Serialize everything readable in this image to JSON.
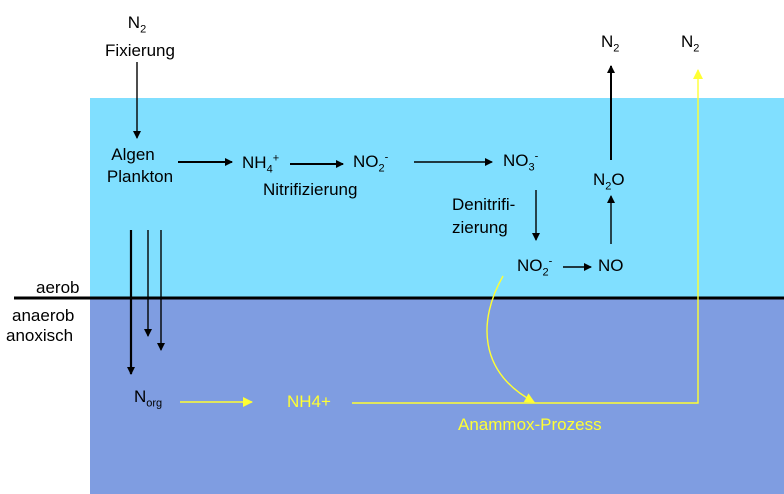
{
  "zones": {
    "aerob": "aerob",
    "anaerob": "anaerob",
    "anoxisch": "anoxisch"
  },
  "colors": {
    "aerobic_water": "#80dfff",
    "anoxic_water": "#7f9de1",
    "anammox_path": "#ffff33",
    "interface_line": "#000000"
  },
  "labels": {
    "n2_fix_base": "N",
    "n2_fix_sub": "2",
    "fixierung": "Fixierung",
    "algen": "Algen",
    "plankton": "Plankton",
    "nh4_base": "NH",
    "nh4_sub": "4",
    "nh4_sup": "+",
    "nitrifizierung": "Nitrifizierung",
    "no2a_base": "NO",
    "no2a_sub": "2",
    "no2a_sup": "-",
    "no3_base": "NO",
    "no3_sub": "3",
    "no3_sup": "-",
    "denitri_1": "Denitrifi-",
    "denitri_2": "zierung",
    "no2b_base": "NO",
    "no2b_sub": "2",
    "no2b_sup": "-",
    "no": "NO",
    "n2o_base": "N",
    "n2o_sub": "2",
    "n2o_end": "O",
    "n2_top_base": "N",
    "n2_top_sub": "2",
    "n2_right_base": "N",
    "n2_right_sub": "2",
    "norg_base": "N",
    "norg_sub": "org",
    "nh4_anox": "NH4+",
    "anammox": "Anammox-Prozess"
  }
}
